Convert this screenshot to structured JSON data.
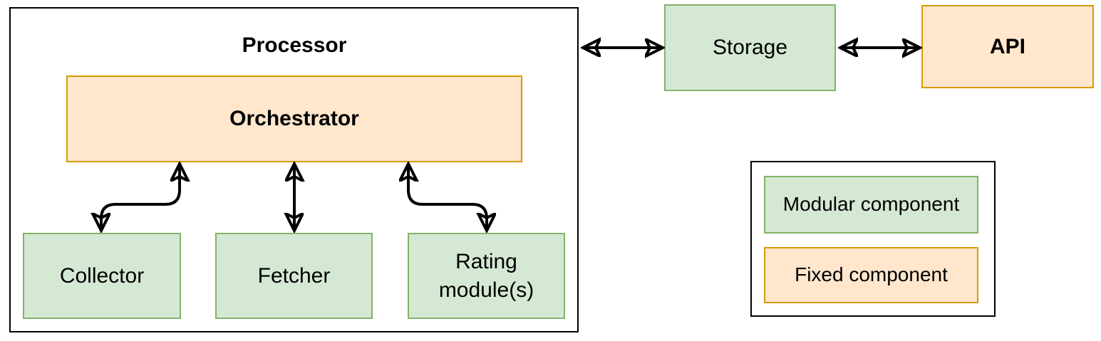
{
  "diagram": {
    "nodes": {
      "processor": "Processor",
      "orchestrator": "Orchestrator",
      "collector": "Collector",
      "fetcher": "Fetcher",
      "rating_module": "Rating module(s)",
      "storage": "Storage",
      "api": "API"
    },
    "connections": [
      {
        "from": "orchestrator",
        "to": "collector",
        "direction": "bidirectional"
      },
      {
        "from": "orchestrator",
        "to": "fetcher",
        "direction": "bidirectional"
      },
      {
        "from": "orchestrator",
        "to": "rating_module",
        "direction": "bidirectional"
      },
      {
        "from": "processor",
        "to": "storage",
        "direction": "bidirectional"
      },
      {
        "from": "storage",
        "to": "api",
        "direction": "bidirectional"
      }
    ]
  },
  "legend": {
    "modular_label": "Modular component",
    "fixed_label": "Fixed component"
  },
  "colors": {
    "modular_fill": "#d5e8d4",
    "modular_stroke": "#82b366",
    "fixed_fill": "#ffe6cc",
    "fixed_stroke": "#d79b00",
    "container_stroke": "#000000",
    "arrow": "#000000",
    "text": "#000000"
  }
}
